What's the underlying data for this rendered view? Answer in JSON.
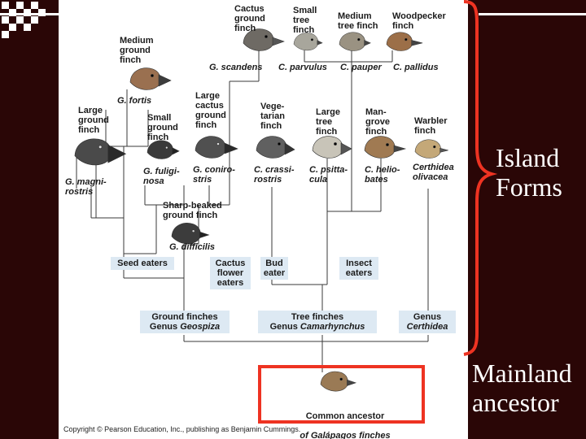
{
  "colors": {
    "slide_background": "#2a0606",
    "brace": "#ee3322",
    "box_fill": "#dde9f3",
    "frame": "#ee3322",
    "arrow": "#ee3322"
  },
  "species": [
    {
      "common": "Cactus\nground\nfinch",
      "scientific": "G. scandens",
      "beak": "long-pointed"
    },
    {
      "common": "Small\ntree\nfinch",
      "scientific": "C. parvulus",
      "beak": "small"
    },
    {
      "common": "Medium\ntree finch",
      "scientific": "C. pauper",
      "beak": "small"
    },
    {
      "common": "Woodpecker\nfinch",
      "scientific": "C. pallidus",
      "beak": "long"
    },
    {
      "common": "Medium\nground\nfinch",
      "scientific": "G. fortis",
      "beak": "thick"
    },
    {
      "common": "Large\nground\nfinch",
      "scientific": "G. magni-\nrostris",
      "beak": "very-thick"
    },
    {
      "common": "Small\nground\nfinch",
      "scientific": "G. fuligi-\nnosa",
      "beak": "small-thick"
    },
    {
      "common": "Large\ncactus\nground\nfinch",
      "scientific": "G. coniro-\nstris",
      "beak": "long-thick"
    },
    {
      "common": "Vege-\ntarian\nfinch",
      "scientific": "C. crassi-\nrostris",
      "beak": "parrot"
    },
    {
      "common": "Large\ntree\nfinch",
      "scientific": "C. psitta-\ncula",
      "beak": "parrot"
    },
    {
      "common": "Man-\ngrove\nfinch",
      "scientific": "C. helio-\nbates",
      "beak": "long"
    },
    {
      "common": "Warbler\nfinch",
      "scientific": "Certhidea\nolivacea",
      "beak": "thin"
    },
    {
      "common": "Sharp-beaked\nground finch",
      "scientific": "G. difficilis",
      "beak": "pointed"
    }
  ],
  "diets": [
    "Seed eaters",
    "Cactus\nflower\neaters",
    "Bud\neater",
    "Insect\neaters"
  ],
  "genera": [
    {
      "line1": "Ground finches",
      "prefix": "Genus ",
      "genus": "Geospiza"
    },
    {
      "line1": "Tree finches",
      "prefix": "Genus ",
      "genus": "Camarhynchus"
    },
    {
      "line1": "Genus",
      "prefix": "",
      "genus": "Certhidea"
    }
  ],
  "ancestor": {
    "line1": "Common ancestor",
    "line2": "of Galápagos finches"
  },
  "copyright": "Copyright © Pearson Education, Inc., publishing as Benjamin Cummings.",
  "annotations": {
    "island": "Island\nForms",
    "mainland": "Mainland\nancestor"
  }
}
